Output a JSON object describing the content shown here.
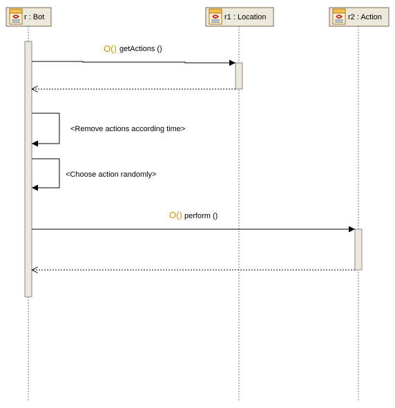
{
  "colors": {
    "header_fill": "#ece8dc",
    "header_border": "#7a6a50",
    "activation_fill": "#ece8dc",
    "activation_border": "#8a8a8a",
    "lifeline": "#7a7a7a",
    "message": "#000000",
    "operation_mark": "#c89400",
    "icon": "class-icon"
  },
  "lifelines": [
    {
      "id": "bot",
      "label": "r : Bot"
    },
    {
      "id": "location",
      "label": "r1 : Location"
    },
    {
      "id": "action",
      "label": "r2 : Action"
    }
  ],
  "messages": [
    {
      "from": "bot",
      "to": "location",
      "kind": "call",
      "marker": "O()",
      "label": "getActions ()"
    },
    {
      "from": "location",
      "to": "bot",
      "kind": "return",
      "label": ""
    },
    {
      "from": "bot",
      "to": "bot",
      "kind": "self",
      "label": "<Remove actions according time>"
    },
    {
      "from": "bot",
      "to": "bot",
      "kind": "self",
      "label": "<Choose action randomly>"
    },
    {
      "from": "bot",
      "to": "action",
      "kind": "call",
      "marker": "O()",
      "label": "perform ()"
    },
    {
      "from": "action",
      "to": "bot",
      "kind": "return",
      "label": ""
    }
  ]
}
